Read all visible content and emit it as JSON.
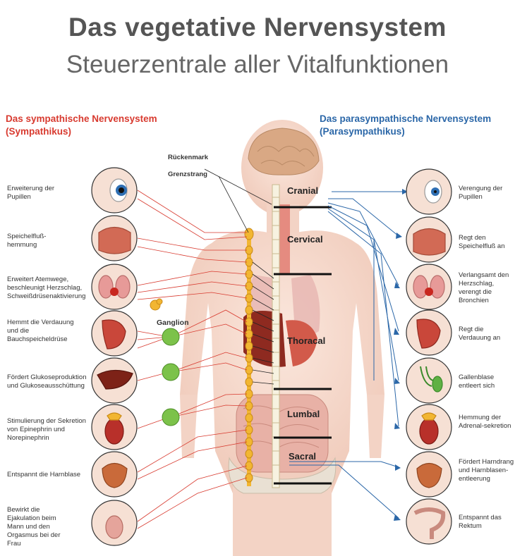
{
  "title": "Das vegetative Nervensystem",
  "subtitle": "Steuerzentrale aller Vitalfunktionen",
  "sympathetic": {
    "heading_line1": "Das sympathische Nervensystem",
    "heading_line2": "(Sympathikus)",
    "color": "#d83a2f",
    "items": [
      {
        "icon": "eye-icon",
        "text": "Erweiterung der Pupillen"
      },
      {
        "icon": "mouth-icon",
        "text": "Speichelfluß-hemmung"
      },
      {
        "icon": "lungs-heart-icon",
        "text": "Erweitert Atemwege, beschleunigt Herzschlag, Schweißdrüsenaktivierung"
      },
      {
        "icon": "stomach-icon",
        "text": "Hemmt die Verdauung und die Bauchspeicheldrüse"
      },
      {
        "icon": "liver-icon",
        "text": "Fördert Glukoseproduktion und Glukoseausschüttung"
      },
      {
        "icon": "adrenal-icon",
        "text": "Stimulierung der Sekretion von Epinephrin und Norepinephrin"
      },
      {
        "icon": "bladder-icon",
        "text": "Entspannt die Harnblase"
      },
      {
        "icon": "genital-icon",
        "text": "Bewirkt die Ejakulation beim Mann und den Orgasmus bei der Frau"
      }
    ]
  },
  "parasympathetic": {
    "heading_line1": "Das parasympathische Nervensystem",
    "heading_line2": "(Parasympathikus)",
    "color": "#2b67a8",
    "items": [
      {
        "icon": "eye-icon",
        "text": "Verengung der Pupillen"
      },
      {
        "icon": "mouth-icon",
        "text": "Regt den Speichelfluß an"
      },
      {
        "icon": "lungs-heart-icon",
        "text": "Verlangsamt den Herzschlag, verengt die Bronchien"
      },
      {
        "icon": "stomach-icon",
        "text": "Regt die Verdauung an"
      },
      {
        "icon": "gallbladder-icon",
        "text": "Gallenblase entleert sich"
      },
      {
        "icon": "adrenal-icon",
        "text": "Hemmung der Adrenal-sekretion"
      },
      {
        "icon": "bladder-icon",
        "text": "Fördert Harndrang und Harnblasen-entleerung"
      },
      {
        "icon": "rectum-icon",
        "text": "Entspannt das Rektum"
      }
    ]
  },
  "labels": {
    "spinal_cord": "Rückenmark",
    "sympathetic_trunk": "Grenzstrang",
    "ganglion": "Ganglion"
  },
  "segments": [
    "Cranial",
    "Cervical",
    "Thoracal",
    "Lumbal",
    "Sacral"
  ],
  "colors": {
    "skin": "#f5d9cc",
    "ganglion": "#7cc24a",
    "chain": "#f2b632"
  }
}
